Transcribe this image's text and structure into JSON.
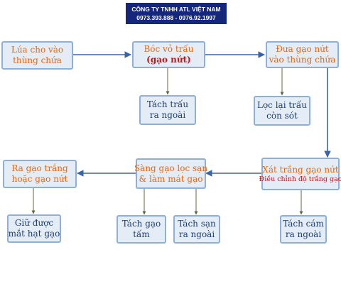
{
  "header": {
    "company": "CÔNG TY TNHH ATL VIỆT NAM",
    "phones": "0973.393.888 - 0976.92.1997"
  },
  "steps": {
    "lua_cho_vao": {
      "line1": "Lúa cho vào",
      "line2": "thùng chứa"
    },
    "boc_vo_trau": {
      "line1": "Bóc vỏ trấu",
      "line2": "(gạo nứt)"
    },
    "dua_gao_nut": {
      "line1": "Đưa gạo nứt",
      "line2": "vào thùng chứa"
    },
    "xat_trang": {
      "line1": "Xát trắng gạo nứt",
      "line2": "Điều chỉnh độ trắng gạo"
    },
    "sang_gao": {
      "line1": "Sàng gạo lọc sạn",
      "line2": "& làm mát gạo"
    },
    "ra_gao": {
      "line1": "Ra gạo trắng",
      "line2": "hoặc gạo nứt"
    }
  },
  "outputs": {
    "tach_trau": {
      "line1": "Tách trấu",
      "line2": "ra ngoài"
    },
    "loc_lai_trau": {
      "line1": "Lọc lại trấu",
      "line2": "còn sót"
    },
    "tach_cam": {
      "line1": "Tách cám",
      "line2": "ra ngoài"
    },
    "tach_san": {
      "line1": "Tách sạn",
      "line2": "ra ngoài"
    },
    "tach_gao_tam": {
      "line1": "Tách gạo",
      "line2": "tấm"
    },
    "giu_duoc": {
      "line1": "Giữ được",
      "line2": "mắt hạt gạo"
    }
  }
}
